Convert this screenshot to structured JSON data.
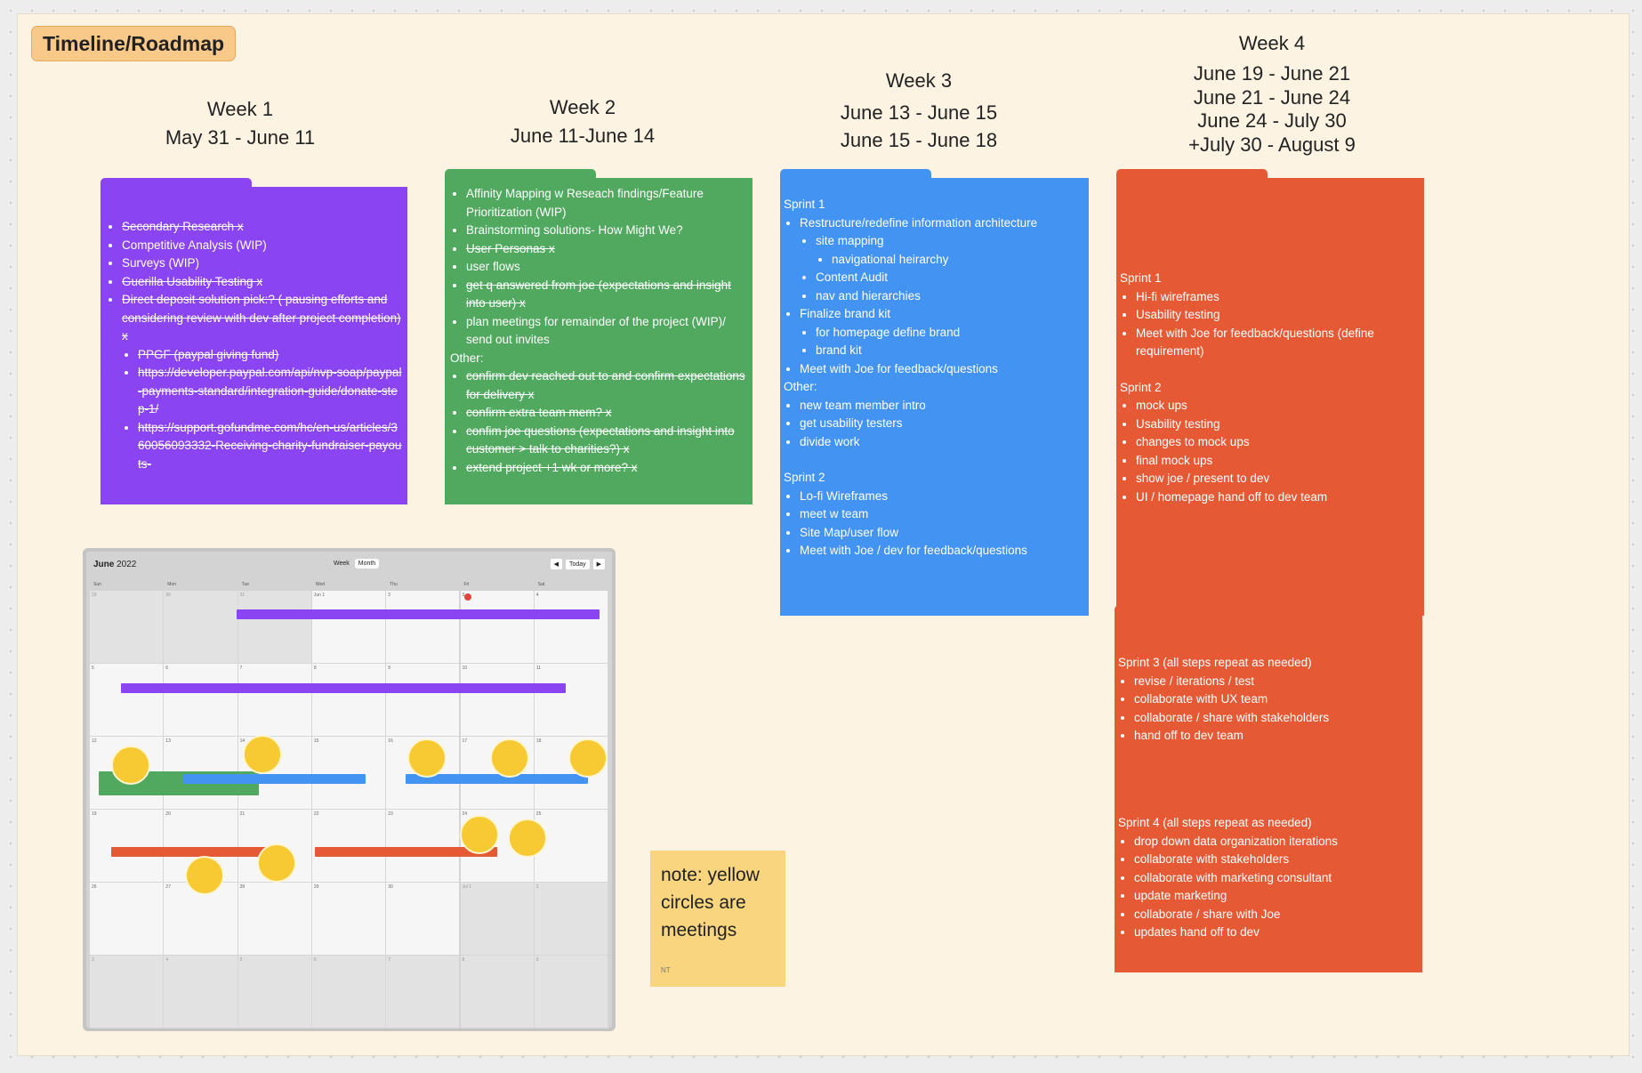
{
  "board": {
    "title": "Timeline/Roadmap"
  },
  "weeks": [
    {
      "label": "Week 1",
      "dates": [
        "May 31 - June 11"
      ]
    },
    {
      "label": "Week 2",
      "dates": [
        "June 11-June 14"
      ]
    },
    {
      "label": "Week 3",
      "dates": [
        "June 13 - June 15",
        "June 15 - June 18"
      ]
    },
    {
      "label": "Week 4",
      "dates": [
        "June 19 - June 21",
        "June 21 - June 24",
        "June 24 - July 30",
        "+July 30 - August 9"
      ]
    }
  ],
  "colors": {
    "purple": "#8b44f1",
    "green": "#51a960",
    "blue": "#4293f2",
    "red": "#e55a35",
    "yellow": "#f7c933",
    "sticky": "#f8d57e"
  },
  "week1_card": {
    "items": [
      {
        "text": "Secondary Research x",
        "strike": true
      },
      {
        "text": "Competitive Analysis   (WIP)",
        "strike": false
      },
      {
        "text": "Surveys   (WIP)",
        "strike": false
      },
      {
        "text": "Guerilla Usability Testing x",
        "strike": true
      },
      {
        "text": "Direct deposit solution pick:? ( pausing efforts and considering review with dev after project completion) x",
        "strike": true
      }
    ],
    "subitems": [
      {
        "text": "PPGF (paypal giving fund)",
        "strike": true
      },
      {
        "text": "https://developer.paypal.com/api/nvp-soap/paypal-payments-standard/integration-guide/donate-step-1/",
        "strike": true
      },
      {
        "text": "https://support.gofundme.com/hc/en-us/articles/360056093332-Receiving-charity-fundraiser-payouts-",
        "strike": true
      }
    ]
  },
  "week2_card": {
    "items": [
      {
        "text": "Affinity Mapping w Reseach findings/Feature Prioritization (WIP)",
        "strike": false
      },
      {
        "text": "Brainstorming solutions- How Might We?",
        "strike": false
      },
      {
        "text": "User Personas x",
        "strike": true
      },
      {
        "text": "user flows",
        "strike": false
      },
      {
        "text": "get q answered from joe (expectations and insight into user) x",
        "strike": true
      },
      {
        "text": "plan meetings for remainder of the project (WIP)/ send out invites",
        "strike": false
      }
    ],
    "other_label": "Other:",
    "other_items": [
      {
        "text": "confirm dev reached out to and confirm expectations for delivery x",
        "strike": true
      },
      {
        "text": "confirm extra team mem? x",
        "strike": true
      },
      {
        "text": "confim joe questions (expectations and insight into customer > talk to charities?) x",
        "strike": true
      },
      {
        "text": "extend project +1 wk or more? x",
        "strike": true
      }
    ]
  },
  "week3_card": {
    "sprint1_label": "Sprint 1",
    "s1_a": "Restructure/redefine information architecture",
    "s1_a1": "site mapping",
    "s1_a1a": "navigational heirarchy",
    "s1_a2": "Content Audit",
    "s1_a3": "nav and hierarchies",
    "s1_b": "Finalize brand kit",
    "s1_b1": "for homepage define brand",
    "s1_b2": "brand kit",
    "s1_c": "Meet with Joe for feedback/questions",
    "other_label": "Other:",
    "other_items": [
      "new team member intro",
      "get usability testers",
      "divide work"
    ],
    "sprint2_label": "Sprint 2",
    "sprint2_items": [
      "Lo-fi Wireframes",
      "meet w team",
      "Site Map/user flow",
      "Meet with Joe / dev for feedback/questions"
    ]
  },
  "week4_card": {
    "sprint1_label": "Sprint 1",
    "sprint1_items": [
      "Hi-fi wireframes",
      "Usability testing",
      "Meet with Joe for feedback/questions (define requirement)"
    ],
    "sprint2_label": "Sprint 2",
    "sprint2_items": [
      "mock ups",
      "Usability testing",
      "changes to mock ups",
      "final mock ups",
      "show joe / present to dev",
      "UI / homepage hand off to dev team"
    ]
  },
  "sprint3_card": {
    "label": "Sprint 3 (all steps repeat as needed)",
    "items": [
      "revise / iterations / test",
      "collaborate with UX team",
      "collaborate / share with stakeholders",
      "hand off to dev team"
    ]
  },
  "sprint4_card": {
    "label": "Sprint 4 (all steps repeat as needed)",
    "items": [
      "drop down data organization iterations",
      "collaborate with stakeholders",
      "collaborate with marketing consultant",
      "update marketing",
      "collaborate / share with Joe",
      "updates hand off to dev"
    ]
  },
  "calendar": {
    "month": "June",
    "year": "2022",
    "view_week": "Week",
    "view_month": "Month",
    "nav_prev": "◀",
    "nav_today": "Today",
    "nav_next": "▶",
    "dow": [
      "Sun",
      "Mon",
      "Tue",
      "Wed",
      "Thu",
      "Fri",
      "Sat"
    ],
    "rows": [
      [
        "29",
        "30",
        "31",
        "Jun 1",
        "2",
        "3",
        "4"
      ],
      [
        "5",
        "6",
        "7",
        "8",
        "9",
        "10",
        "11"
      ],
      [
        "12",
        "13",
        "14",
        "15",
        "16",
        "17",
        "18"
      ],
      [
        "19",
        "20",
        "21",
        "22",
        "23",
        "24",
        "25"
      ],
      [
        "26",
        "27",
        "28",
        "29",
        "30",
        "Jul 1",
        "2"
      ],
      [
        "3",
        "4",
        "5",
        "6",
        "7",
        "8",
        "9"
      ]
    ]
  },
  "sticky_note": {
    "text": "note: yellow circles are meetings",
    "author": "NT"
  }
}
